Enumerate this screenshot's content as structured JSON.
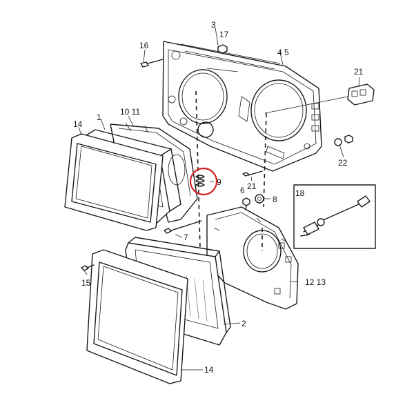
{
  "diagram": {
    "callouts": {
      "c1": "1",
      "c2": "2",
      "c3": "3",
      "c4_5": "4 5",
      "c6": "6",
      "c7": "7",
      "c8": "8",
      "c9": "9",
      "c10_11": "10 11",
      "c12_13": "12 13",
      "c14a": "14",
      "c14b": "14",
      "c15": "15",
      "c16": "16",
      "c17": "17",
      "c18": "18",
      "c21a": "21",
      "c21b": "21",
      "c22": "22"
    },
    "highlight_color": "#d42020",
    "line_color": "#1a1a1a"
  }
}
